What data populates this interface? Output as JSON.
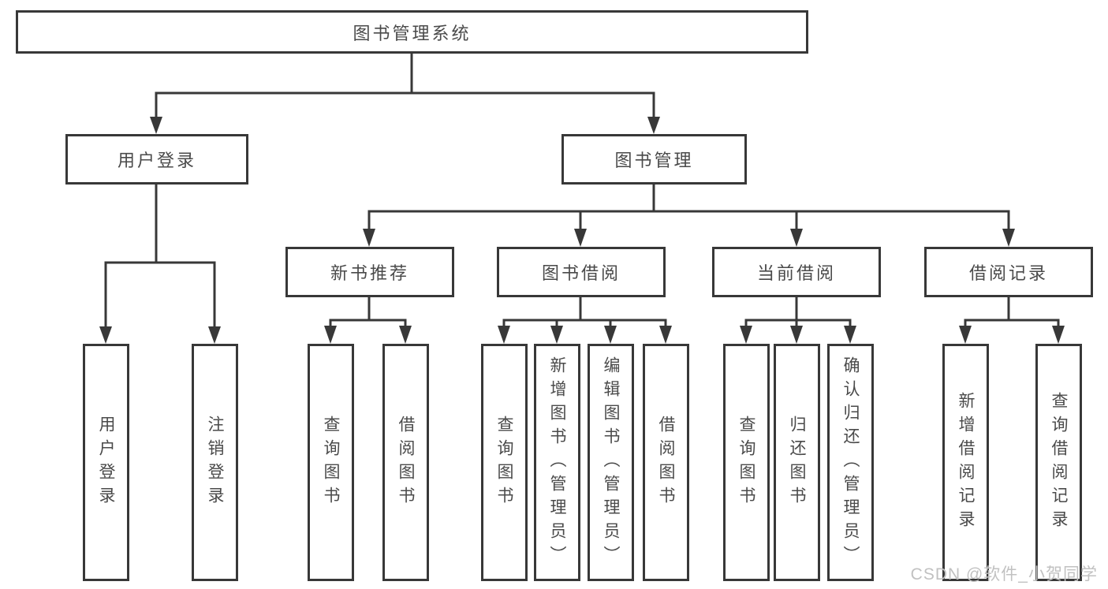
{
  "colors": {
    "background": "#ffffff",
    "line": "#383838",
    "node_border": "#383838",
    "node_text": "#4a4a4a",
    "watermark": "#c1c1c1"
  },
  "watermark": {
    "text": "CSDN @软件_小贺同学"
  },
  "tree": {
    "root": "图书管理系统",
    "children": [
      {
        "label": "用户登录",
        "children": [
          "用户登录",
          "注销登录"
        ]
      },
      {
        "label": "图书管理",
        "children": [
          {
            "label": "新书推荐",
            "children": [
              "查询图书",
              "借阅图书"
            ]
          },
          {
            "label": "图书借阅",
            "children": [
              "查询图书",
              "新增图书（管理员）",
              "编辑图书（管理员）",
              "借阅图书"
            ]
          },
          {
            "label": "当前借阅",
            "children": [
              "查询图书",
              "归还图书",
              "确认归还（管理员）"
            ]
          },
          {
            "label": "借阅记录",
            "children": [
              "新增借阅记录",
              "查询借阅记录"
            ]
          }
        ]
      }
    ]
  }
}
